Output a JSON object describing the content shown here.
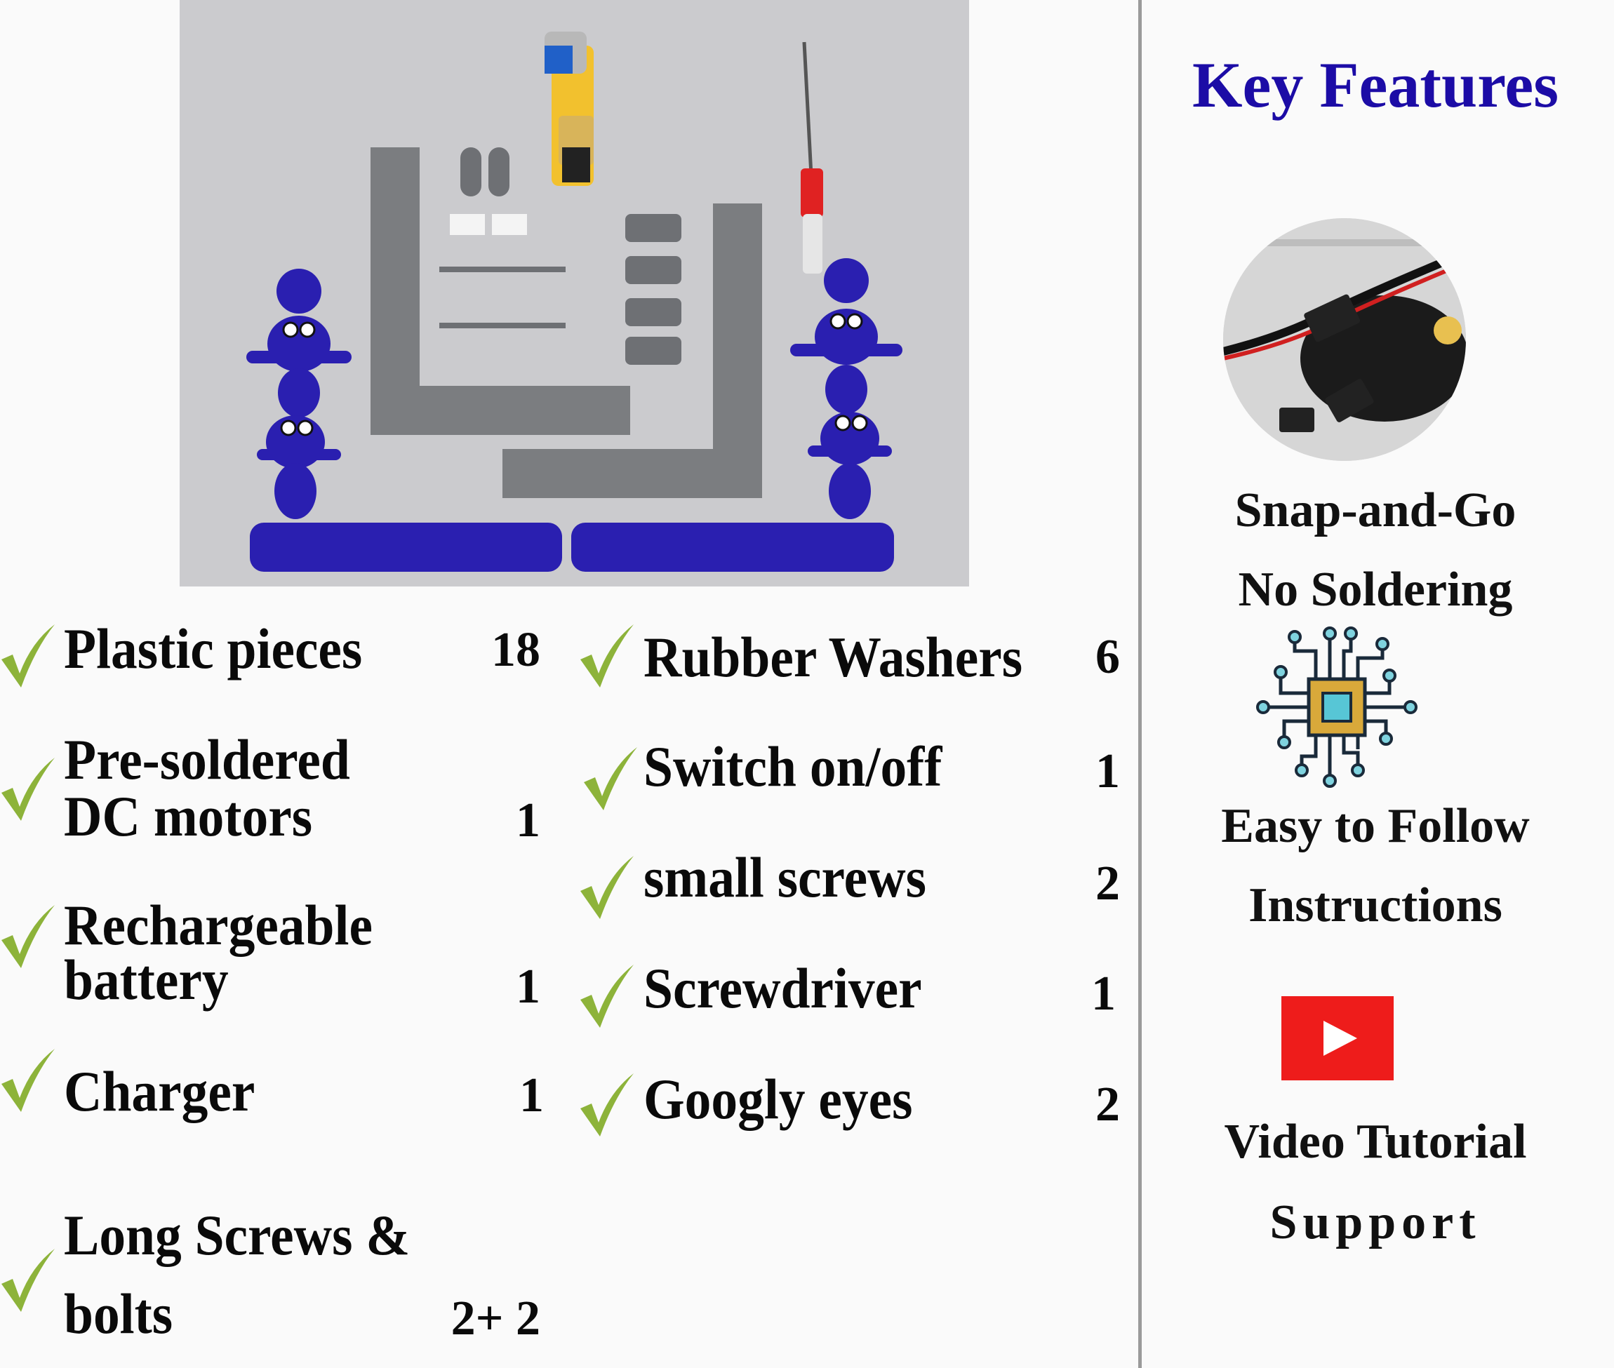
{
  "sidebar": {
    "title": "Key Features",
    "features": [
      {
        "lines": [
          "Snap-and-Go",
          "No Soldering"
        ],
        "icon": "connector-photo"
      },
      {
        "lines": [
          "Easy to Follow",
          "Instructions"
        ],
        "icon": "circuit-chip-icon"
      },
      {
        "lines": [
          "Video Tutorial",
          "Support"
        ],
        "icon": "youtube-play-icon"
      }
    ]
  },
  "kit_contents": {
    "left": [
      {
        "lines": [
          "Plastic pieces"
        ],
        "qty": "18"
      },
      {
        "lines": [
          "Pre-soldered",
          "DC motors"
        ],
        "qty": "1"
      },
      {
        "lines": [
          "Rechargeable",
          "battery"
        ],
        "qty": "1"
      },
      {
        "lines": [
          "Charger"
        ],
        "qty": "1"
      },
      {
        "lines": [
          "Long Screws &",
          "bolts"
        ],
        "qty": "2+ 2"
      }
    ],
    "right": [
      {
        "lines": [
          "Rubber Washers"
        ],
        "qty": "6"
      },
      {
        "lines": [
          "Switch on/off"
        ],
        "qty": "1"
      },
      {
        "lines": [
          "small screws"
        ],
        "qty": "2"
      },
      {
        "lines": [
          "Screwdriver"
        ],
        "qty": "1"
      },
      {
        "lines": [
          "Googly eyes"
        ],
        "qty": "2"
      }
    ]
  },
  "colors": {
    "title": "#1c0ca6",
    "check": "#8db33a",
    "youtube": "#ee1c1b",
    "plastic_blue": "#2a1fb0",
    "plastic_gray": "#7b7d80"
  }
}
